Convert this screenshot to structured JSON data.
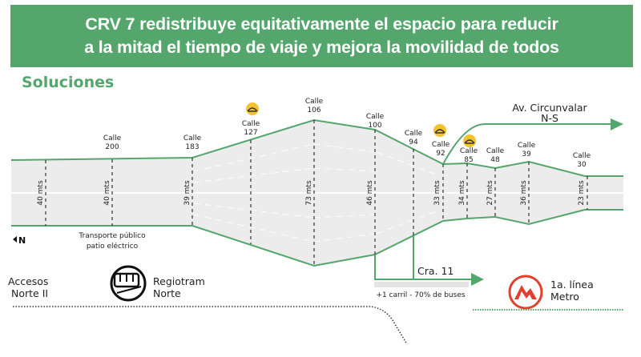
{
  "header": {
    "line1": "CRV 7 redistribuye equitativamente el espacio para reducir",
    "line2": "a la mitad el tiempo de viaje y mejora la movilidad de todos",
    "bg_color": "#54a66c"
  },
  "section_title": "Soluciones",
  "streets": [
    {
      "name": "Calle",
      "number": "200"
    },
    {
      "name": "Calle",
      "number": "183"
    },
    {
      "name": "Calle",
      "number": "127",
      "bridge_icon": true
    },
    {
      "name": "Calle",
      "number": "106"
    },
    {
      "name": "Calle",
      "number": "100"
    },
    {
      "name": "Calle",
      "number": "94"
    },
    {
      "name": "Calle",
      "number": "92",
      "bridge_icon": true
    },
    {
      "name": "Calle",
      "number": "85",
      "bridge_icon": true
    },
    {
      "name": "Calle",
      "number": "48"
    },
    {
      "name": "Calle",
      "number": "39"
    },
    {
      "name": "Calle",
      "number": "30"
    }
  ],
  "widths": [
    "40 mts",
    "40 mts",
    "39 mts",
    "73 mts",
    "46 mts",
    "33 mts",
    "34 mts",
    "27 mts",
    "36 mts",
    "23 mts"
  ],
  "branches": {
    "circunvalar_line1": "Av. Circunvalar",
    "circunvalar_line2": "N-S",
    "cra11": "Cra. 11",
    "cra11_note": "+1 carril - 70% de buses"
  },
  "labels": {
    "north": "N",
    "transporte_line1": "Transporte público",
    "transporte_line2": "patio eléctrico",
    "accesos_line1": "Accesos",
    "accesos_line2": "Norte II",
    "regiotram_line1": "Regiotram",
    "regiotram_line2": "Norte",
    "metro_line1": "1a. línea",
    "metro_line2": "Metro"
  },
  "colors": {
    "green": "#54a66c",
    "road": "#ececec",
    "bridge_yellow": "#f2c230",
    "metro_red": "#e0412f"
  }
}
